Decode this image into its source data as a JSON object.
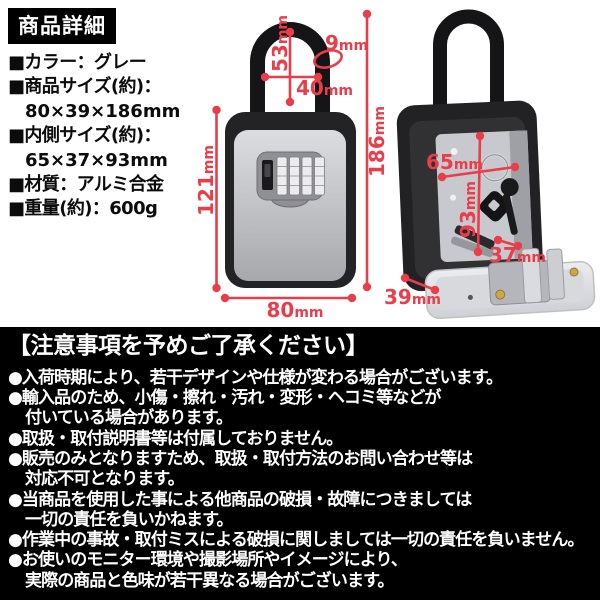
{
  "colors": {
    "accent_red": "#ea3d4a",
    "notice_bg": "#000000",
    "title_bg": "#000000",
    "box_body_black": "#232326",
    "box_face_gray": "#c9cacd"
  },
  "specs": {
    "title": "商品詳細",
    "lines": [
      "■カラー：グレー",
      "■商品サイズ(約)：",
      "80×39×186mm",
      "■内側サイズ(約)：",
      "65×37×93mm",
      "■材質：アルミ合金",
      "■重量(約)：600g"
    ]
  },
  "dims": {
    "d53": {
      "num": "53",
      "unit": "mm"
    },
    "d9": {
      "num": "9",
      "unit": "mm"
    },
    "d40": {
      "num": "40",
      "unit": "mm"
    },
    "d186": {
      "num": "186",
      "unit": "mm"
    },
    "d121": {
      "num": "121",
      "unit": "mm"
    },
    "d80": {
      "num": "80",
      "unit": "mm"
    },
    "d65": {
      "num": "65",
      "unit": "mm"
    },
    "d93": {
      "num": "93",
      "unit": "mm"
    },
    "d37": {
      "num": "37",
      "unit": "mm"
    },
    "d39": {
      "num": "39",
      "unit": "mm"
    }
  },
  "notice": {
    "title": "【注意事項を予めご了承ください】",
    "lines": [
      "●入荷時期により、若干デザインや仕様が変わる場合がございます。",
      "●輸入品のため、小傷・擦れ・汚れ・変形・ヘコミ等などが",
      "付いている場合があります。",
      "●取扱・取付説明書等は付属しておりません。",
      "●販売のみとなりますため、取扱・取付方法のお問い合わせ等は",
      "対応不可となります。",
      "●当商品を使用した事による他商品の破損・故障につきましては",
      "一切の責任を負いかねます。",
      "●作業中の事故・取付ミスによる破損に関しましては一切の責任を負いません。",
      "●お使いのモニター環境や撮影場所やイメージにより、",
      "実際の商品と色味が若干異なる場合がございます。"
    ]
  }
}
